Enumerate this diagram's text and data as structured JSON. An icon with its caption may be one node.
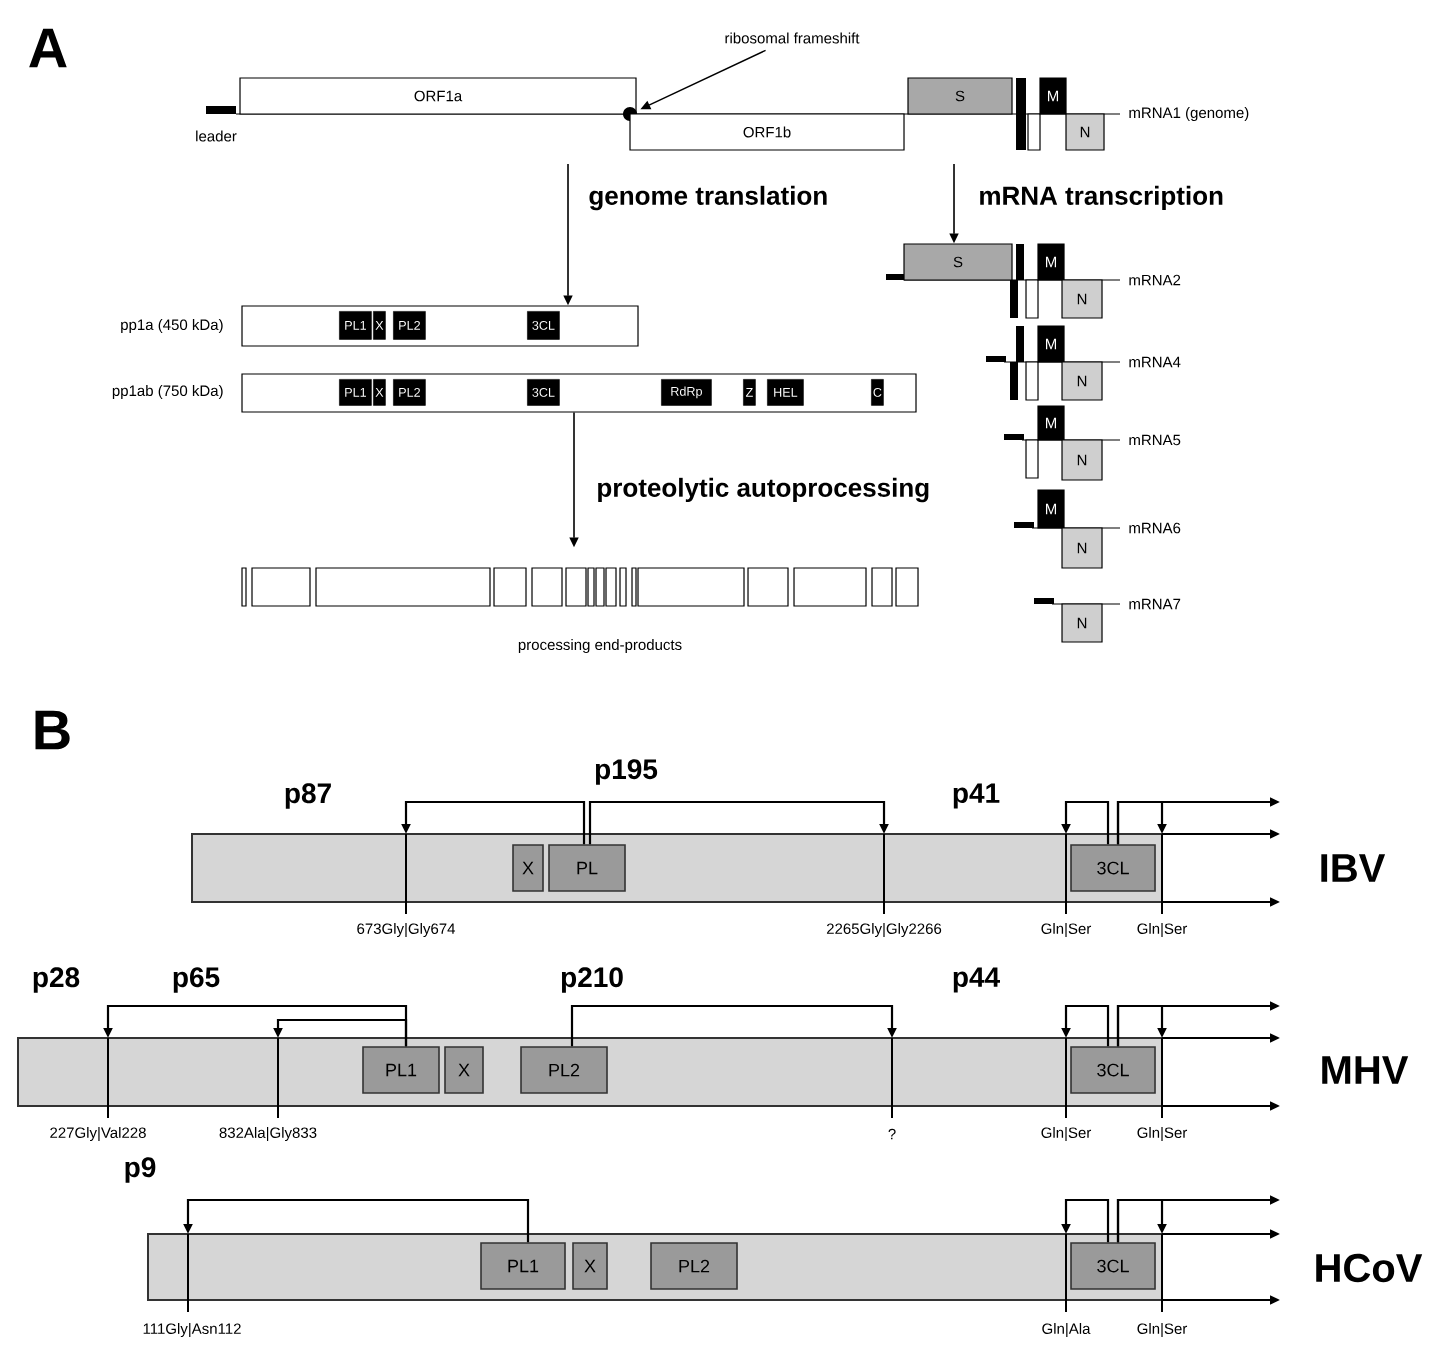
{
  "diagram": {
    "nodes": [
      {
        "text": [
          "ribosomal frameshift"
        ]
      },
      {
        "text": [
          "ORF1a"
        ]
      },
      {
        "text": [],
        "shape": "circle"
      },
      {
        "text": [
          "S"
        ]
      },
      {
        "text": [
          "M"
        ]
      },
      {
        "text": [
          "ORF1b"
        ]
      },
      {
        "text": [
          "N"
        ]
      },
      {
        "text": [],
        "shape": "box",
        "beside": [
          "pp1a (450 kDa)"
        ]
      },
      {
        "text": [
          "PL1"
        ],
        "in": 7
      },
      {
        "text": [
          "X"
        ],
        "in": 7
      },
      {
        "text": [
          "PL2"
        ],
        "in": 7
      },
      {
        "text": [
          "3CL"
        ],
        "in": 7
      },
      {
        "text": [],
        "shape": "box",
        "beside": [
          "pp1ab (750 kDa)"
        ]
      },
      {
        "text": [
          "PL1"
        ],
        "in": 12
      },
      {
        "text": [
          "X"
        ],
        "in": 12
      },
      {
        "text": [
          "PL2"
        ],
        "in": 12
      },
      {
        "text": [
          "3CL"
        ],
        "in": 12
      },
      {
        "text": [
          "RdRp"
        ],
        "in": 12
      },
      {
        "text": [
          "Z"
        ],
        "in": 12
      },
      {
        "text": [
          "HEL"
        ],
        "in": 12
      },
      {
        "text": [
          "C"
        ],
        "in": 12
      },
      {
        "text": [
          "S"
        ]
      },
      {
        "text": [
          "M"
        ]
      },
      {
        "text": [
          "N"
        ]
      },
      {
        "text": [
          "M"
        ]
      },
      {
        "text": [
          "N"
        ]
      },
      {
        "text": [
          "M"
        ]
      },
      {
        "text": [
          "N"
        ]
      },
      {
        "text": [
          "M"
        ]
      },
      {
        "text": [
          "N"
        ]
      },
      {
        "text": [
          "N"
        ]
      },
      {
        "text": [],
        "shape": "bar"
      },
      {
        "text": [
          "X"
        ],
        "in": 31
      },
      {
        "text": [
          "PL"
        ],
        "in": 31
      },
      {
        "text": [
          "3CL"
        ],
        "in": 31
      },
      {
        "text": [],
        "shape": "bar"
      },
      {
        "text": [
          "PL1"
        ],
        "in": 35
      },
      {
        "text": [
          "X"
        ],
        "in": 35
      },
      {
        "text": [
          "PL2"
        ],
        "in": 35
      },
      {
        "text": [
          "3CL"
        ],
        "in": 35
      },
      {
        "text": [],
        "shape": "bar"
      },
      {
        "text": [
          "PL1"
        ],
        "in": 40
      },
      {
        "text": [
          "X"
        ],
        "in": 40
      },
      {
        "text": [
          "PL2"
        ],
        "in": 40
      },
      {
        "text": [
          "3CL"
        ],
        "in": 40
      },
      {
        "text": [],
        "shape": "box"
      }
    ],
    "edges": [
      {
        "from": 0,
        "to": 2,
        "arrow": "to"
      },
      {
        "from": null,
        "to": 7,
        "arrow": "to",
        "label": "genome translation"
      },
      {
        "from": null,
        "to": 21,
        "arrow": "to",
        "label": "mRNA transcription"
      },
      {
        "from": 12,
        "to": 45,
        "arrow": "to",
        "label": "proteolytic autoprocessing"
      },
      {
        "from": 33,
        "to": null,
        "arrow": "to"
      },
      {
        "from": 33,
        "to": null,
        "arrow": "to"
      },
      {
        "from": 34,
        "to": null,
        "arrow": "to"
      },
      {
        "from": 34,
        "to": null,
        "arrow": "to"
      },
      {
        "from": 34,
        "to": null,
        "arrow": "to"
      },
      {
        "from": 36,
        "to": null,
        "arrow": "to"
      },
      {
        "from": 36,
        "to": null,
        "arrow": "to"
      },
      {
        "from": 38,
        "to": null,
        "arrow": "to"
      },
      {
        "from": 39,
        "to": null,
        "arrow": "to"
      },
      {
        "from": 39,
        "to": null,
        "arrow": "to"
      },
      {
        "from": 39,
        "to": null,
        "arrow": "to"
      },
      {
        "from": 41,
        "to": null,
        "arrow": "to"
      },
      {
        "from": 44,
        "to": null,
        "arrow": "to"
      },
      {
        "from": 44,
        "to": null,
        "arrow": "to"
      },
      {
        "from": 44,
        "to": null,
        "arrow": "to"
      }
    ],
    "labels": [
      "A",
      "leader",
      "mRNA1 (genome)",
      "mRNA2",
      "mRNA4",
      "mRNA5",
      "mRNA6",
      "mRNA7",
      "processing end-products",
      "B",
      "p87",
      "p195",
      "p41",
      "IBV",
      "673Gly|Gly674",
      "2265Gly|Gly2266",
      "Gln|Ser",
      "Gln|Ser",
      "p28",
      "p65",
      "p210",
      "p44",
      "MHV",
      "227Gly|Val228",
      "832Ala|Gly833",
      "?",
      "Gln|Ser",
      "Gln|Ser",
      "p9",
      "HCoV",
      "111Gly|Asn112",
      "Gln|Ala",
      "Gln|Ser"
    ]
  }
}
